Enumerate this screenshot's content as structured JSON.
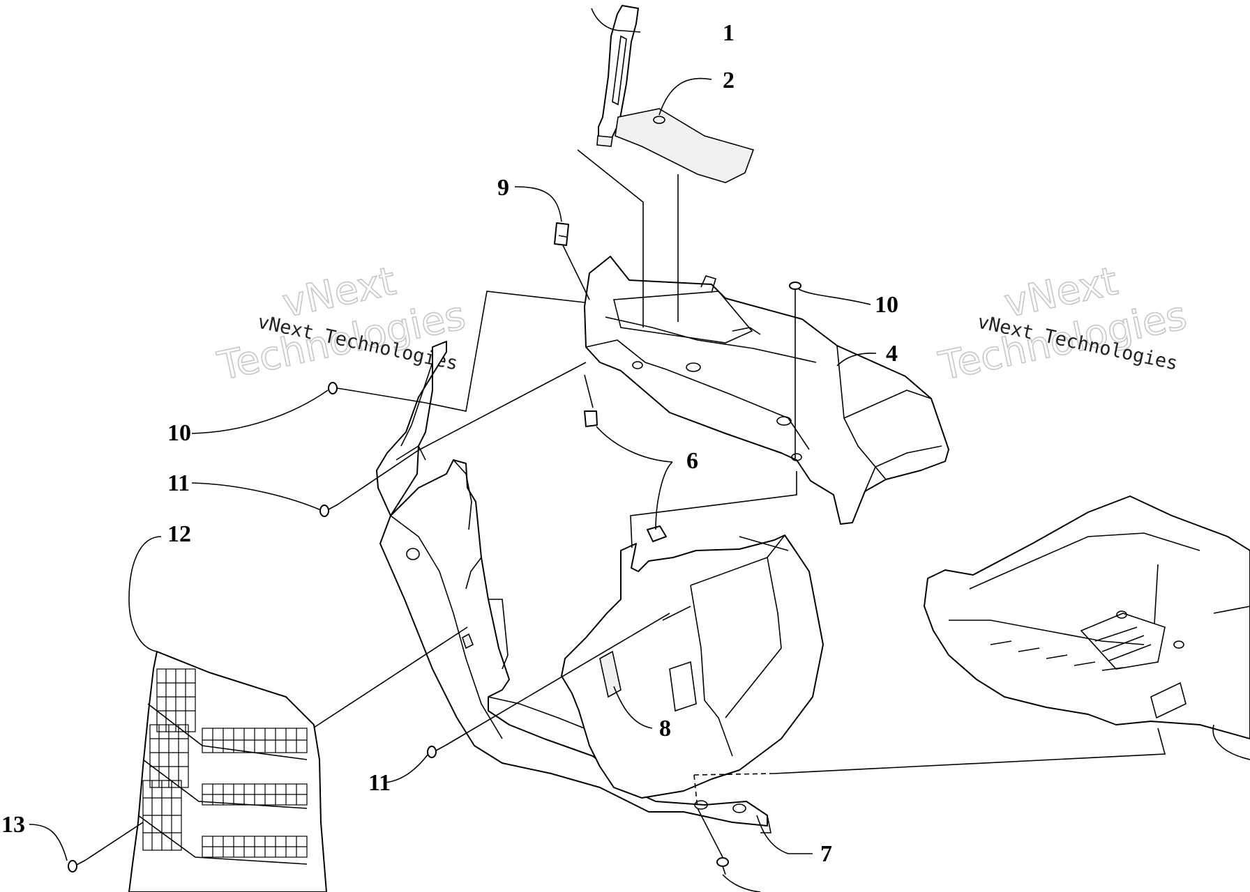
{
  "callouts": {
    "c1": "1",
    "c2": "2",
    "c4": "4",
    "c6": "6",
    "c7": "7",
    "c8": "8",
    "c9": "9",
    "c10a": "10",
    "c10b": "10",
    "c11a": "11",
    "c11b": "11",
    "c12": "12",
    "c13": "13"
  },
  "watermark": {
    "big_top": "vNext",
    "big_bottom": "Technologies",
    "small": "vNext Technologies"
  }
}
